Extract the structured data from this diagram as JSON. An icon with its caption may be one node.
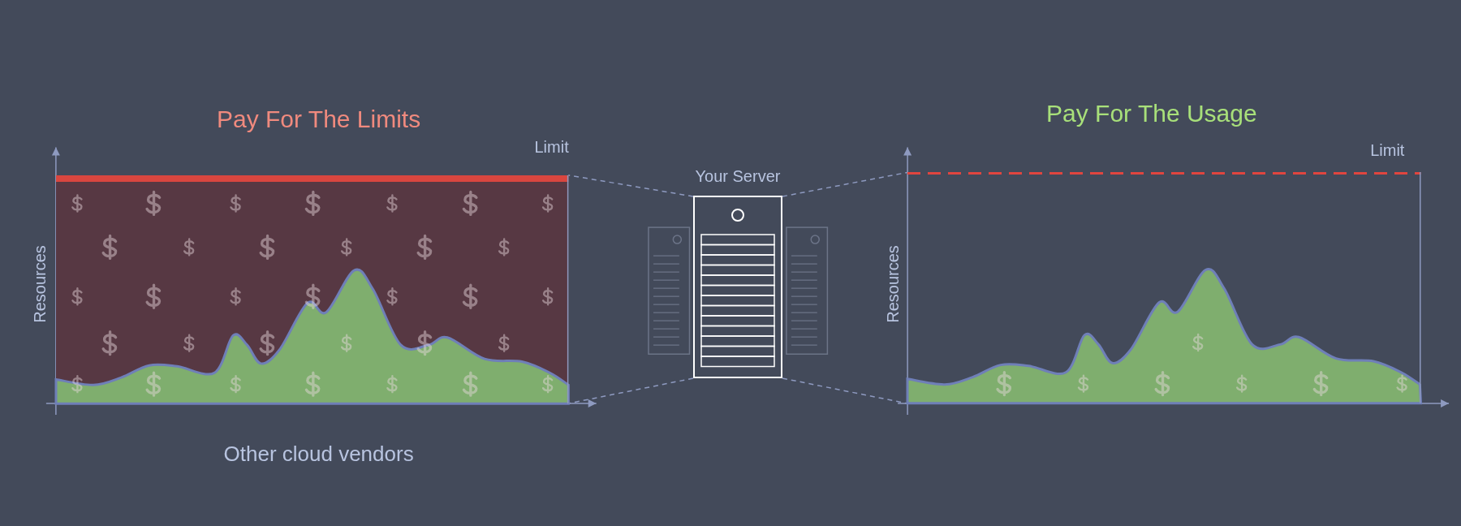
{
  "diagram": {
    "nodes": [
      {
        "text": [
          "Pay For The Limits"
        ]
      },
      {
        "text": [
          "Your Server"
        ]
      },
      {
        "text": [
          "Pay For The Usage"
        ]
      }
    ],
    "edges": [
      {
        "from": 1,
        "to": 0,
        "arrow": "none",
        "style": "dashed"
      },
      {
        "from": 1,
        "to": 0,
        "arrow": "none",
        "style": "dashed"
      },
      {
        "from": 1,
        "to": 2,
        "arrow": "none",
        "style": "dashed"
      },
      {
        "from": 1,
        "to": 2,
        "arrow": "none",
        "style": "dashed"
      }
    ],
    "labels": [
      "Limit",
      "Resources",
      "Other cloud vendors",
      "Limit",
      "Resources"
    ]
  }
}
